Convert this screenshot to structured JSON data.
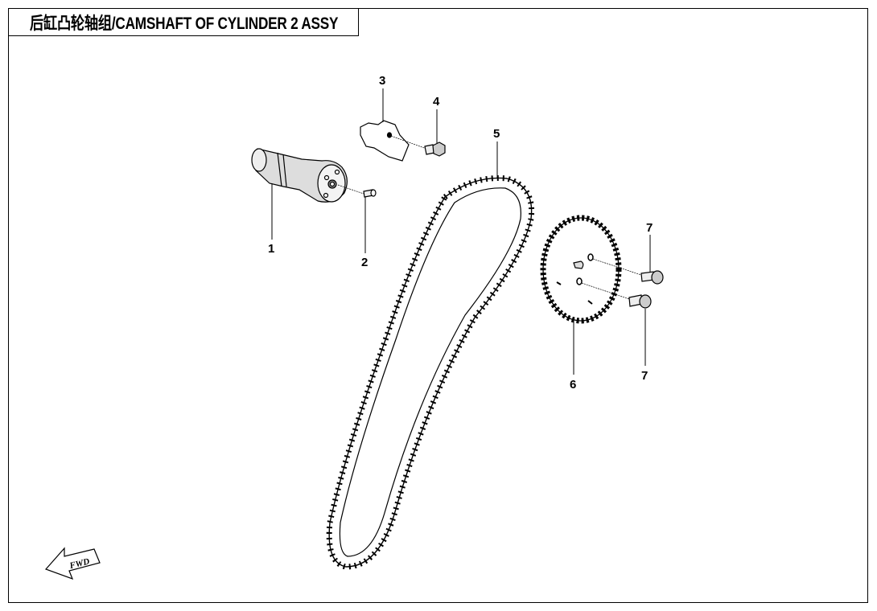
{
  "title": "后缸凸轮轴组/CAMSHAFT OF CYLINDER 2 ASSY",
  "callouts": [
    {
      "id": "1",
      "part": "camshaft"
    },
    {
      "id": "2",
      "part": "dowel-pin"
    },
    {
      "id": "3",
      "part": "plate"
    },
    {
      "id": "4",
      "part": "bolt"
    },
    {
      "id": "5",
      "part": "timing-chain"
    },
    {
      "id": "6",
      "part": "cam-sprocket"
    },
    {
      "id": "7",
      "part": "sprocket-bolt-upper"
    },
    {
      "id": "7",
      "part": "sprocket-bolt-lower"
    }
  ],
  "fwd_arrow": {
    "label": "FWD"
  }
}
